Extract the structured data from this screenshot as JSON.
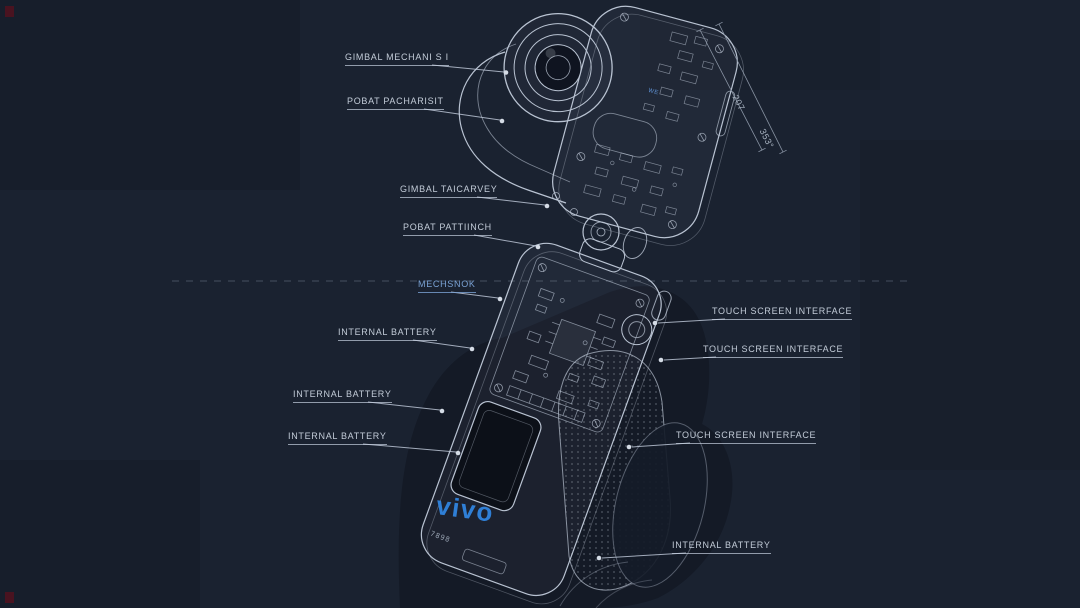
{
  "scene": {
    "background_color": "#1a2230",
    "wireframe_color": "#c3ccd8",
    "accent_blue": "#2f7fd6",
    "callout_blue": "#7aa2d4"
  },
  "callouts": {
    "left": [
      {
        "text": "GIMBAL MECHANI S I"
      },
      {
        "text": "POBAT PACHARISIT"
      },
      {
        "text": "GIMBAL TAICARVEY"
      },
      {
        "text": "POBAT PATTIINCH"
      },
      {
        "text": "MECHSNOK"
      },
      {
        "text": "INTERNAL BATTERY"
      },
      {
        "text": "INTERNAL BATTERY"
      },
      {
        "text": "INTERNAL BATTERY"
      }
    ],
    "right": [
      {
        "text": "TOUCH SCREEN INTERFACE"
      },
      {
        "text": "TOUCH SCREEN INTERFACE"
      },
      {
        "text": "TOUCH SCREEN INTERFACE"
      },
      {
        "text": "INTERNAL BATTERY"
      }
    ]
  },
  "dimensions": {
    "length": "207",
    "angle": "353°"
  },
  "device": {
    "brand_logo": "vivo",
    "serial_marking": "7898",
    "pcb_marking": "WE"
  }
}
